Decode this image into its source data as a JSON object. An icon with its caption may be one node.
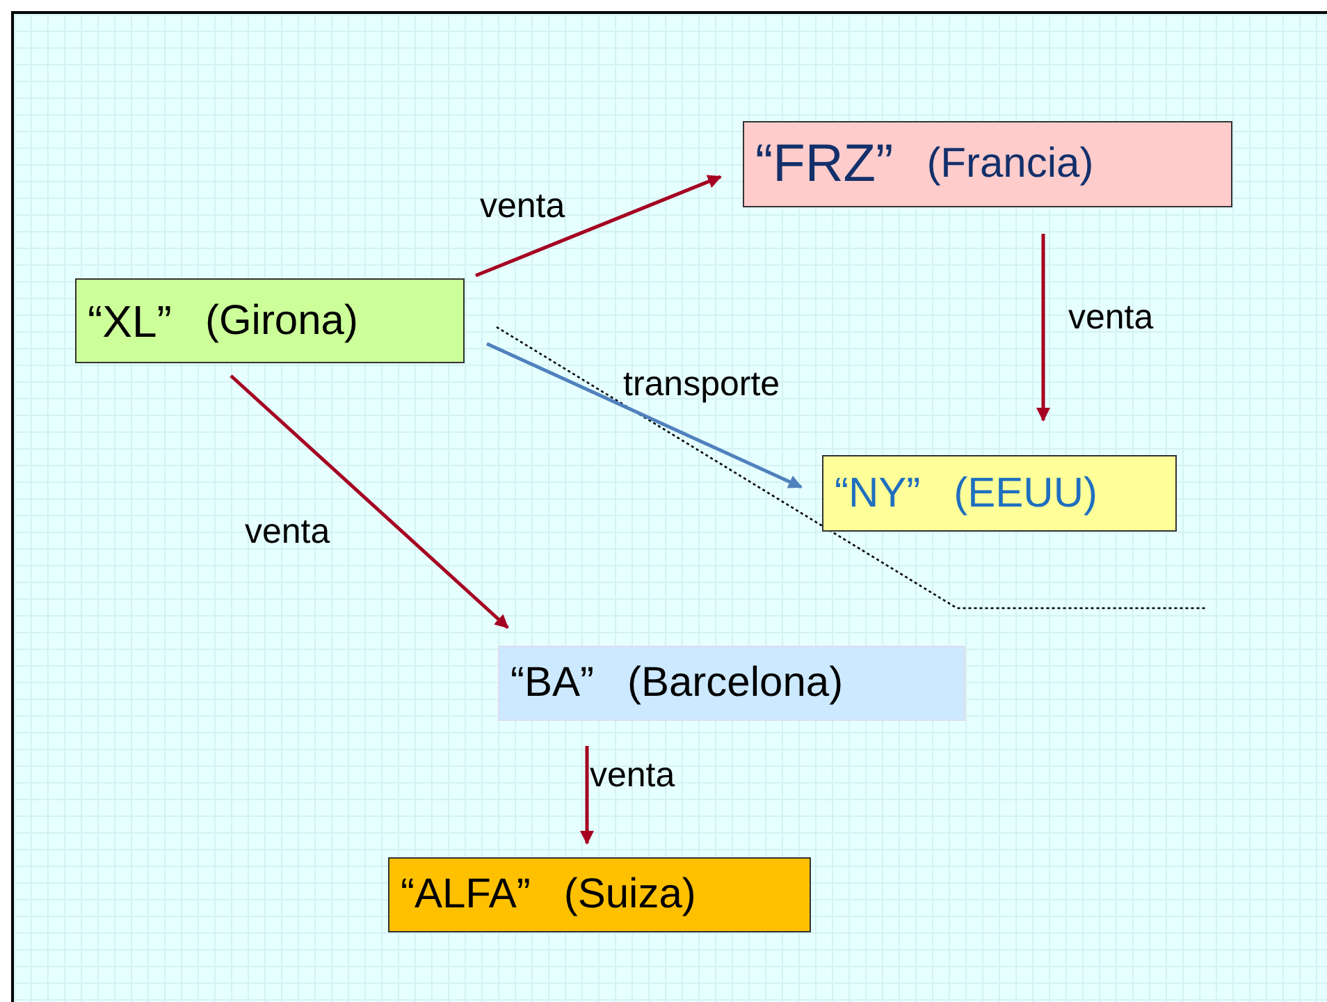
{
  "diagram": {
    "nodes": [
      {
        "text": [
          "“XL”",
          "(Girona)"
        ]
      },
      {
        "text": [
          "“FRZ”",
          "(Francia)"
        ]
      },
      {
        "text": [
          "“NY”",
          "(EEUU)"
        ]
      },
      {
        "text": [
          "“BA”",
          "(Barcelona)"
        ]
      },
      {
        "text": [
          "“ALFA”",
          "(Suiza)"
        ]
      }
    ],
    "edges": [
      {
        "from": 0,
        "to": 1,
        "arrow": "to",
        "label": "venta"
      },
      {
        "from": 1,
        "to": 2,
        "arrow": "to",
        "label": "venta"
      },
      {
        "from": 0,
        "to": 2,
        "arrow": "to",
        "label": "transporte",
        "color": "#4f81bd"
      },
      {
        "from": 0,
        "to": 3,
        "arrow": "to",
        "label": "venta"
      },
      {
        "from": 3,
        "to": 4,
        "arrow": "to",
        "label": "venta"
      }
    ]
  }
}
